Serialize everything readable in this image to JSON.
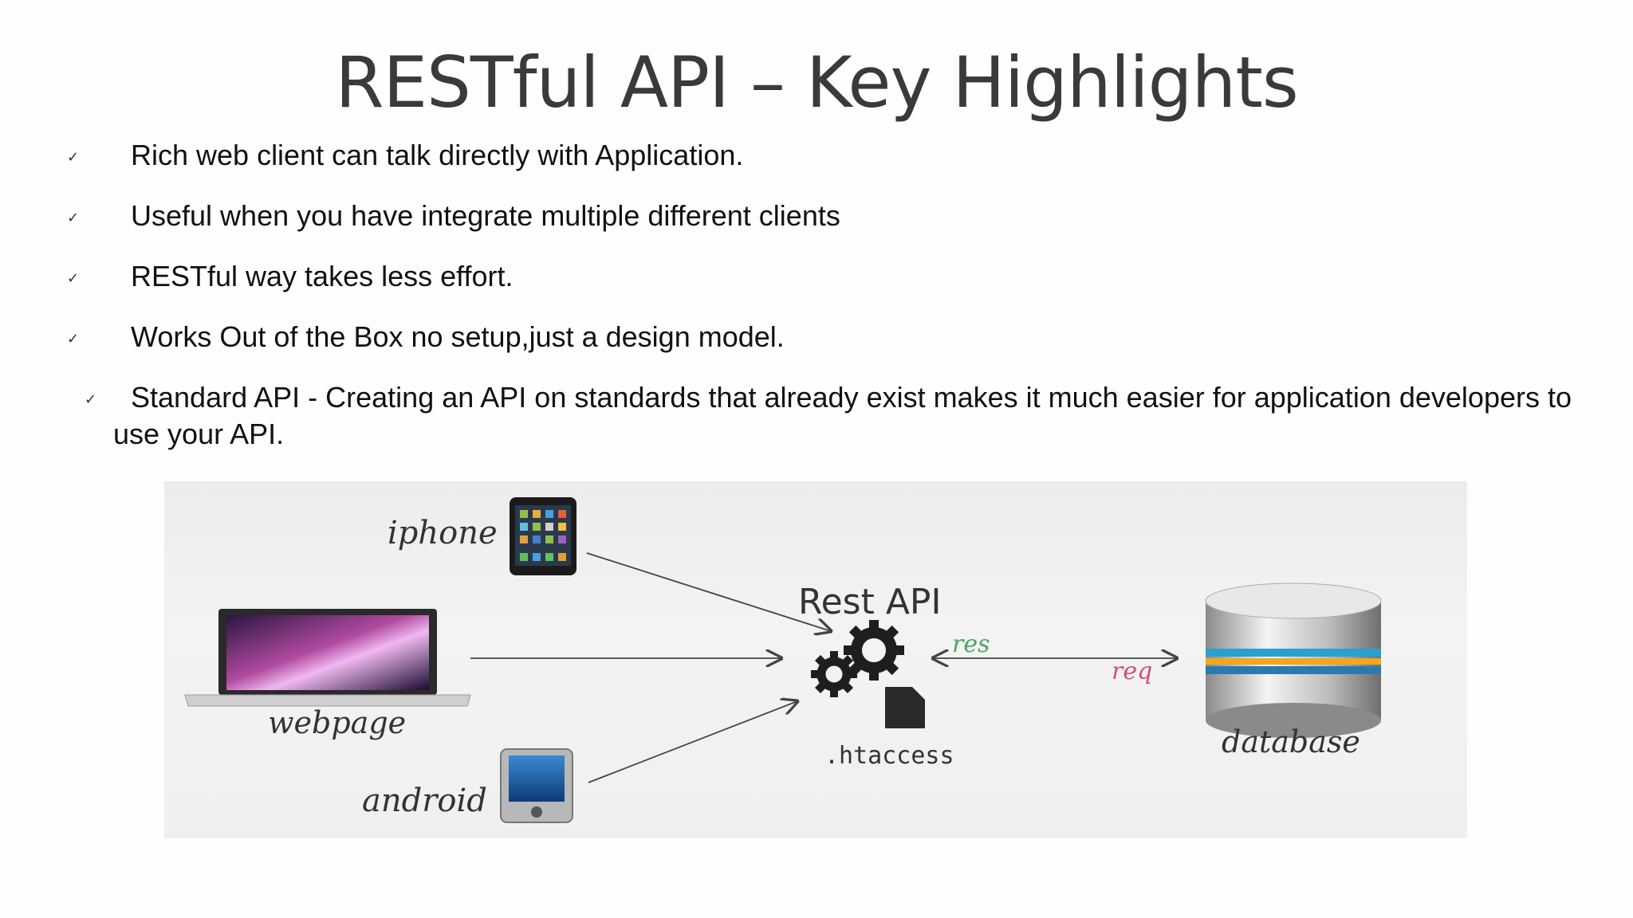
{
  "slide": {
    "title": "RESTful API – Key Highlights",
    "bullets": [
      {
        "tick": "✓",
        "text": "Rich web client can talk directly with Application."
      },
      {
        "tick": "✓",
        "text": "Useful when you have integrate multiple different clients"
      },
      {
        "tick": "✓",
        "text": "RESTful way takes less effort."
      },
      {
        "tick": "✓",
        "text": "Works Out of the Box no setup,just a design model."
      },
      {
        "tick": "✓",
        "text": "Standard API - Creating an API on standards that already exist makes it much easier for application developers to use your API."
      }
    ]
  },
  "diagram": {
    "labels": {
      "iphone": "iphone",
      "webpage": "webpage",
      "android": "android",
      "rest_api": "Rest API",
      "htaccess": ".htaccess",
      "database": "database",
      "res": "res",
      "req": "req"
    },
    "colors": {
      "res": "#4aa564",
      "req": "#d0507a",
      "arrow": "#444444"
    },
    "icons": [
      "iphone-icon",
      "laptop-icon",
      "android-tablet-icon",
      "gears-icon",
      "file-icon",
      "database-icon"
    ]
  }
}
